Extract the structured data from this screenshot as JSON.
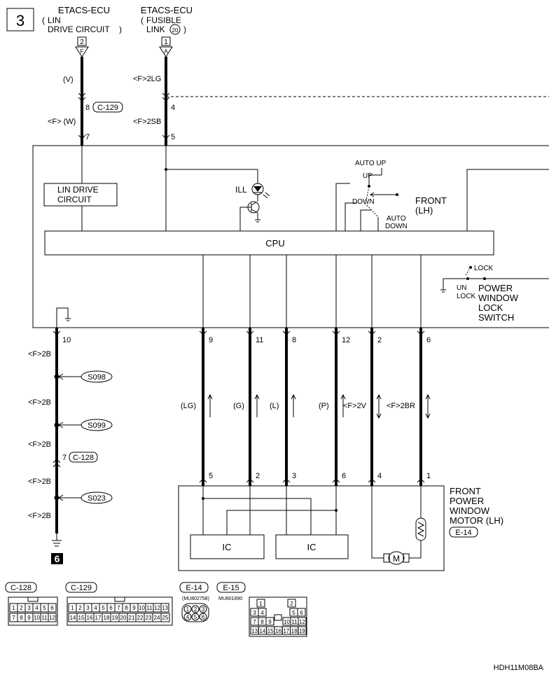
{
  "page_no": "3",
  "code": "HDH11M08BA",
  "ecu1": {
    "title": "ETACS-ECU",
    "l1": "LIN",
    "l2": "DRIVE CIRCUIT",
    "pin": "2",
    "conn": "F"
  },
  "ecu2": {
    "title": "ETACS-ECU",
    "l1": "FUSIBLE",
    "l2": "LINK",
    "fuse_no": "20",
    "pin": "1",
    "conn": "A"
  },
  "w1": {
    "top_color": "(V)",
    "junction_pin": "8",
    "junction_conn": "C-129",
    "bottom_color": "<F> (W)",
    "bottom_pin": "7"
  },
  "w2": {
    "top_color": "<F>2LG",
    "junction_pin": "4",
    "bottom_color": "<F>2SB",
    "bottom_pin": "5"
  },
  "switch_box": {
    "lin_drive": {
      "l1": "LIN DRIVE",
      "l2": "CIRCUIT"
    },
    "ill": "ILL",
    "cpu": "CPU",
    "auto_up": "AUTO UP",
    "up": "UP",
    "down": "DOWN",
    "auto_down_1": "AUTO",
    "auto_down_2": "DOWN",
    "front_lh_1": "FRONT",
    "front_lh_2": "(LH)",
    "lock": "LOCK",
    "unlock_1": "UN",
    "unlock_2": "LOCK",
    "pwls_1": "POWER",
    "pwls_2": "WINDOW",
    "pwls_3": "LOCK",
    "pwls_4": "SWITCH"
  },
  "ground_wire": {
    "pin": "10",
    "colors": [
      "<F>2B",
      "<F>2B",
      "<F>2B",
      "<F>2B",
      "<F>2B"
    ],
    "splices": [
      "S098",
      "S099",
      "S023"
    ],
    "junction_pin": "7",
    "junction_conn": "C-128",
    "ground_no": "6"
  },
  "out_wires": [
    {
      "top_pin": "9",
      "color": "(LG)",
      "bot_pin": "5"
    },
    {
      "top_pin": "11",
      "color": "(G)",
      "bot_pin": "2"
    },
    {
      "top_pin": "8",
      "color": "(L)",
      "bot_pin": "3"
    },
    {
      "top_pin": "12",
      "color": "(P)",
      "bot_pin": "6"
    },
    {
      "top_pin": "2",
      "color": "<F>2V",
      "bot_pin": "4"
    },
    {
      "top_pin": "6",
      "color": "<F>2BR",
      "bot_pin": "1"
    }
  ],
  "motor": {
    "ic1": "IC",
    "ic2": "IC",
    "m": "M",
    "l1": "FRONT",
    "l2": "POWER",
    "l3": "WINDOW",
    "l4": "MOTOR (LH)",
    "conn": "E-14"
  },
  "connectors": {
    "c128": {
      "name": "C-128",
      "row1": [
        "1",
        "2",
        "3",
        "4",
        "5",
        "6"
      ],
      "row2": [
        "7",
        "8",
        "9",
        "10",
        "11",
        "12"
      ]
    },
    "c129": {
      "name": "C-129",
      "row1": [
        "1",
        "2",
        "3",
        "4",
        "5",
        "6",
        "7",
        "8",
        "9",
        "10",
        "11",
        "12",
        "13"
      ],
      "row2": [
        "14",
        "15",
        "16",
        "17",
        "18",
        "19",
        "20",
        "21",
        "22",
        "23",
        "24",
        "25"
      ]
    },
    "e14": {
      "name": "E-14",
      "part": "(MU802758)",
      "pins": [
        "1",
        "2",
        "3",
        "4",
        "5",
        "6"
      ]
    },
    "e15": {
      "name": "E-15",
      "part": "MU801890",
      "row1": [
        "1",
        "2"
      ],
      "row2": [
        "3",
        "4",
        "5",
        "6"
      ],
      "row3": [
        "7",
        "8",
        "9",
        "10",
        "11",
        "12"
      ],
      "row4": [
        "13",
        "14",
        "15",
        "16",
        "17",
        "18",
        "19"
      ]
    }
  }
}
